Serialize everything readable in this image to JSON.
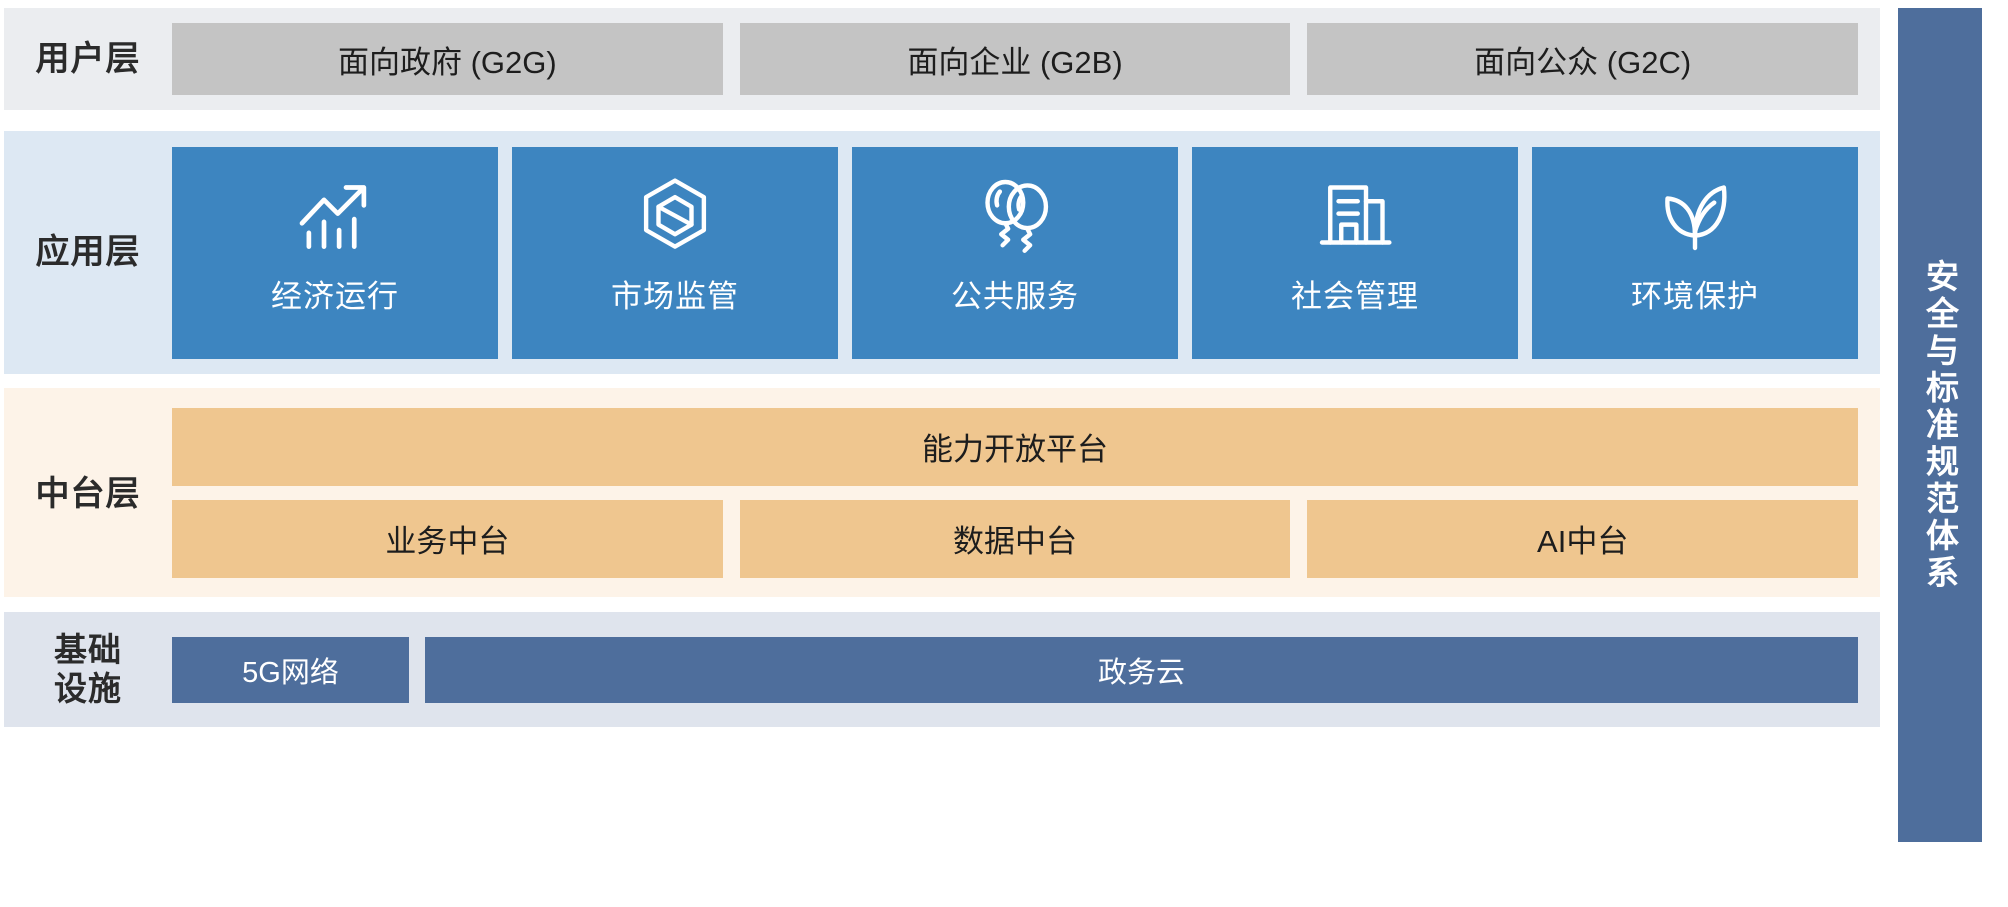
{
  "diagram": {
    "layers": [
      {
        "id": "user",
        "label": "用户层",
        "items": [
          {
            "label": "面向政府 (G2G)"
          },
          {
            "label": "面向企业 (G2B)"
          },
          {
            "label": "面向公众 (G2C)"
          }
        ]
      },
      {
        "id": "application",
        "label": "应用层",
        "items": [
          {
            "label": "经济运行",
            "icon": "trending-up-chart-icon"
          },
          {
            "label": "市场监管",
            "icon": "hexagon-cube-icon"
          },
          {
            "label": "公共服务",
            "icon": "balloons-icon"
          },
          {
            "label": "社会管理",
            "icon": "building-icon"
          },
          {
            "label": "环境保护",
            "icon": "leaf-icon"
          }
        ]
      },
      {
        "id": "middle-platform",
        "label": "中台层",
        "wide": {
          "label": "能力开放平台"
        },
        "items": [
          {
            "label": "业务中台"
          },
          {
            "label": "数据中台"
          },
          {
            "label": "AI中台"
          }
        ]
      },
      {
        "id": "infrastructure",
        "label": "基础\n设施",
        "items": [
          {
            "label": "5G网络"
          },
          {
            "label": "政务云"
          }
        ]
      }
    ],
    "security_band": {
      "label": "安全与标准规范体系"
    }
  },
  "colors": {
    "user_band": "#ebedf0",
    "user_box": "#c4c4c4",
    "app_band": "#dde8f3",
    "app_card": "#3d85c0",
    "mid_band": "#fdf3e8",
    "mid_box": "#efc68f",
    "infra_band": "#dfe4ed",
    "infra_box": "#4e6e9c",
    "security_band": "#4e6e9c",
    "text_dark": "#1d1d1d",
    "text_light": "#ffffff"
  }
}
